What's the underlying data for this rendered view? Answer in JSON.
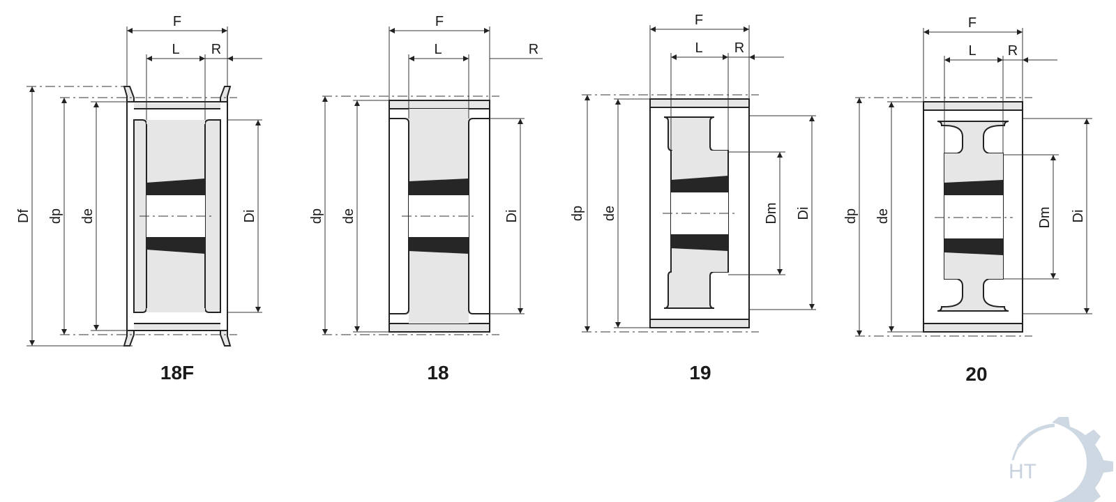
{
  "labels": {
    "F": "F",
    "L": "L",
    "R": "R",
    "Df": "Df",
    "dp": "dp",
    "de": "de",
    "Di": "Di",
    "Dm": "Dm"
  },
  "figures": [
    {
      "id": "18F",
      "caption": "18F"
    },
    {
      "id": "18",
      "caption": "18"
    },
    {
      "id": "19",
      "caption": "19"
    },
    {
      "id": "20",
      "caption": "20"
    }
  ],
  "logo": {
    "text": "HT"
  },
  "colors": {
    "line": "#222222",
    "fill": "#e6e6e6",
    "dark": "#262626",
    "logo": "#c9d4e0"
  }
}
